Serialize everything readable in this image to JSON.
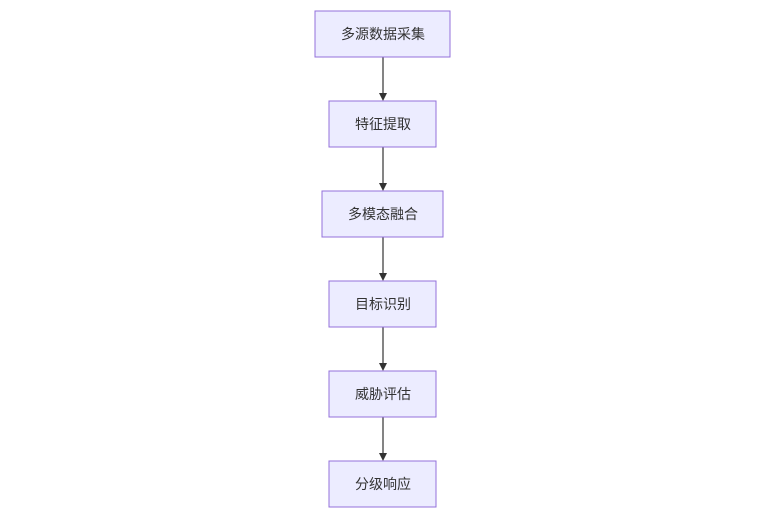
{
  "diagram": {
    "type": "flowchart",
    "direction": "top-down",
    "colors": {
      "node_fill": "#ececff",
      "node_border": "#9370db",
      "text": "#333333",
      "arrow": "#333333"
    },
    "nodes": [
      {
        "id": "n1",
        "label": "多源数据采集"
      },
      {
        "id": "n2",
        "label": "特征提取"
      },
      {
        "id": "n3",
        "label": "多模态融合"
      },
      {
        "id": "n4",
        "label": "目标识别"
      },
      {
        "id": "n5",
        "label": "威胁评估"
      },
      {
        "id": "n6",
        "label": "分级响应"
      }
    ],
    "edges": [
      {
        "from": "n1",
        "to": "n2"
      },
      {
        "from": "n2",
        "to": "n3"
      },
      {
        "from": "n3",
        "to": "n4"
      },
      {
        "from": "n4",
        "to": "n5"
      },
      {
        "from": "n5",
        "to": "n6"
      }
    ]
  }
}
